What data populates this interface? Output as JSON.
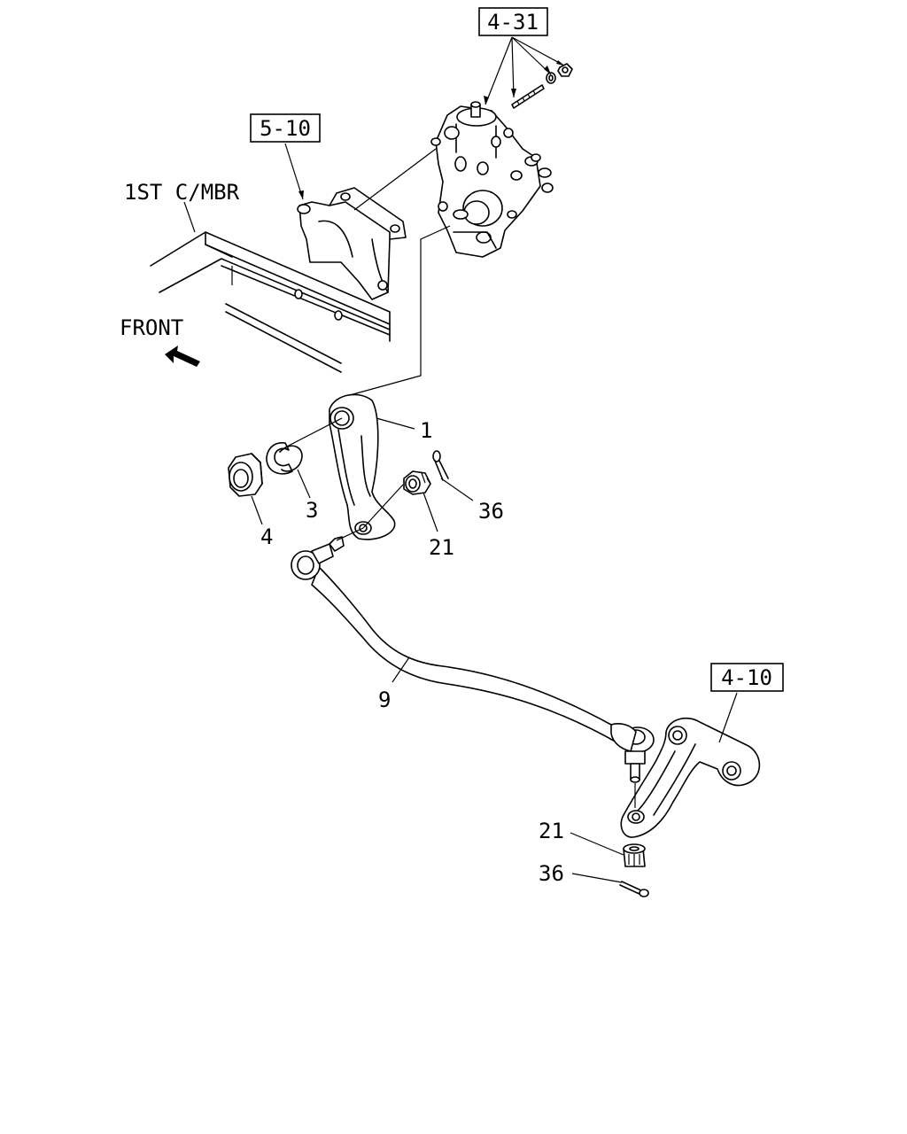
{
  "callouts": {
    "ref_4_31": "4-31",
    "ref_5_10": "5-10",
    "ref_4_10": "4-10",
    "frame_label": "1ST C/MBR",
    "front_label": "FRONT",
    "part_1": "1",
    "part_3": "3",
    "part_4": "4",
    "part_9": "9",
    "part_21_upper": "21",
    "part_36_upper": "36",
    "part_21_lower": "21",
    "part_36_lower": "36"
  }
}
